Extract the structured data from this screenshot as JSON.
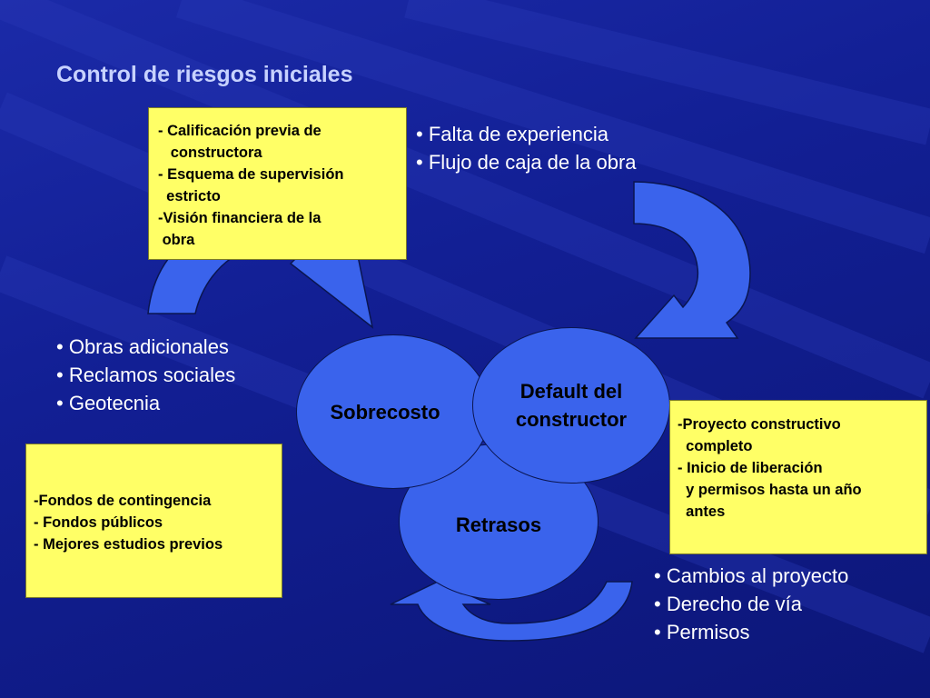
{
  "title": "Control de riesgos iniciales",
  "boxes": {
    "top": [
      "- Calificación previa de",
      "   constructora",
      "- Esquema de supervisión",
      "  estricto",
      "-Visión financiera de la",
      " obra"
    ],
    "left": [
      "-Fondos de contingencia",
      "- Fondos públicos",
      "- Mejores estudios previos"
    ],
    "right": [
      "-Proyecto constructivo",
      "  completo",
      "- Inicio de liberación",
      "  y permisos hasta un año",
      "  antes"
    ]
  },
  "bullets": {
    "top": [
      "Falta de experiencia",
      "Flujo de caja de la obra"
    ],
    "left": [
      "Obras adicionales",
      "Reclamos sociales",
      "Geotecnia"
    ],
    "bottom": [
      "Cambios al proyecto",
      "Derecho de vía",
      "Permisos"
    ]
  },
  "circles": {
    "sobrecosto": "Sobrecosto",
    "default_line1": "Default del",
    "default_line2": "constructor",
    "retrasos": "Retrasos"
  },
  "colors": {
    "background": "#121f94",
    "box_fill": "#ffff66",
    "circle_fill": "#3a63ec",
    "arrow_fill": "#3a63ec",
    "title_color": "#c7d2ff"
  }
}
